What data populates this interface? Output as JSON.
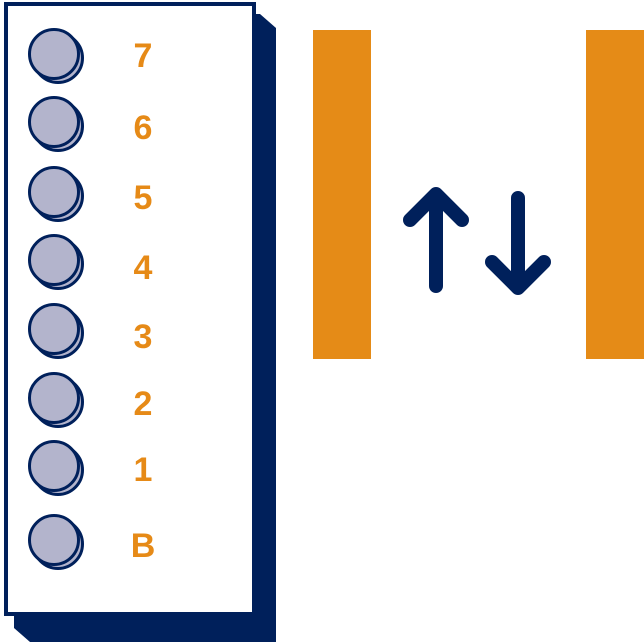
{
  "panel": {
    "floors": [
      {
        "label": "7",
        "icon": "floor-button-icon"
      },
      {
        "label": "6",
        "icon": "floor-button-icon"
      },
      {
        "label": "5",
        "icon": "floor-button-icon"
      },
      {
        "label": "4",
        "icon": "floor-button-icon"
      },
      {
        "label": "3",
        "icon": "floor-button-icon"
      },
      {
        "label": "2",
        "icon": "floor-button-icon"
      },
      {
        "label": "1",
        "icon": "floor-button-icon"
      },
      {
        "label": "B",
        "icon": "floor-button-icon"
      }
    ]
  },
  "indicator": {
    "up_icon": "arrow-up-icon",
    "down_icon": "arrow-down-icon"
  },
  "colors": {
    "navy": "#00205b",
    "orange": "#e58b17",
    "button_fill": "#b3b4cc",
    "background": "#ffffff"
  }
}
